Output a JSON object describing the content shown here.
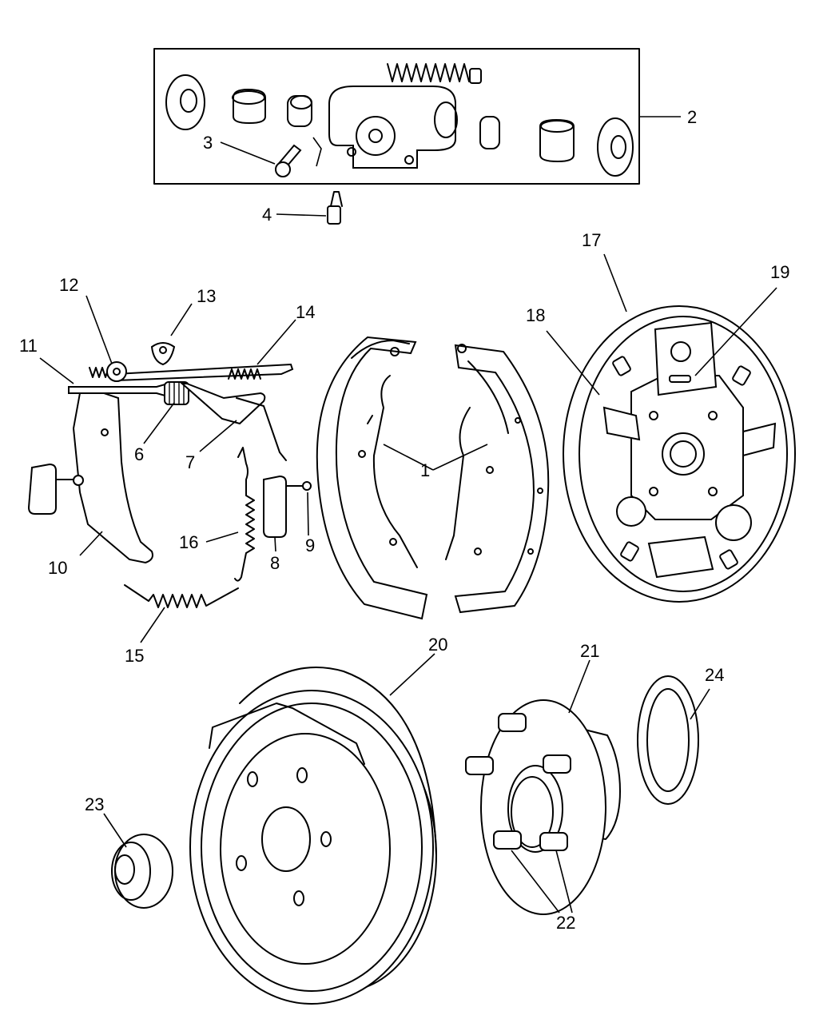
{
  "callouts": {
    "c1": "1",
    "c2": "2",
    "c3": "3",
    "c4": "4",
    "c6": "6",
    "c7": "7",
    "c8": "8",
    "c9": "9",
    "c10": "10",
    "c11": "11",
    "c12": "12",
    "c13": "13",
    "c14": "14",
    "c15": "15",
    "c16": "16",
    "c17": "17",
    "c18": "18",
    "c19": "19",
    "c20": "20",
    "c21": "21",
    "c22": "22",
    "c23": "23",
    "c24": "24"
  }
}
